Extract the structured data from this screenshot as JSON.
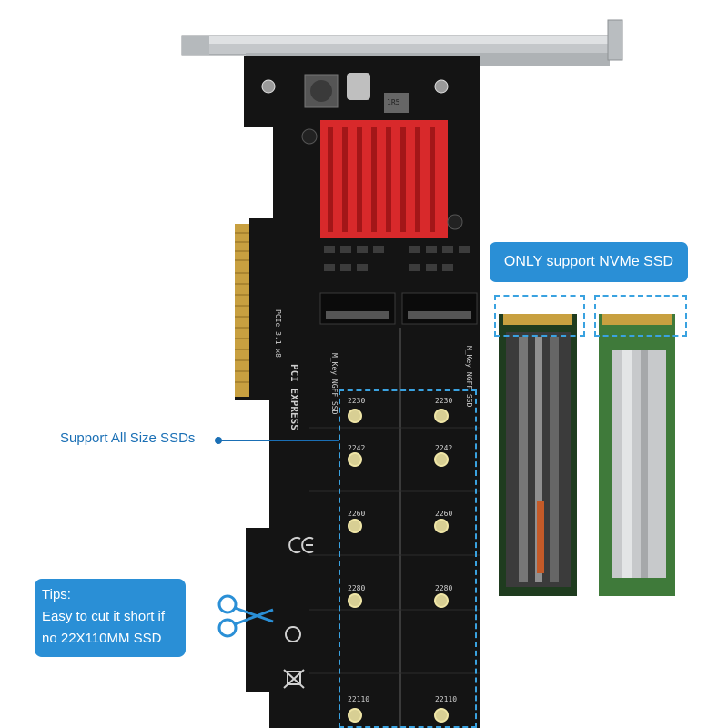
{
  "callouts": {
    "nvme_only": "ONLY support NVMe SSD",
    "all_sizes": "Support All Size SSDs",
    "tips_title": "Tips:",
    "tips_line1": "Easy to cut it short if",
    "tips_line2": "no 22X110MM SSD"
  },
  "pcb_labels": {
    "slot_left": "M_Key  NGFF SSD",
    "slot_right": "M_Key  NGFF SSD",
    "pci_express": "PCI EXPRESS",
    "pcie_version": "PCIe 3.1 x8",
    "sizes": [
      "2230",
      "2242",
      "2260",
      "2280",
      "22110"
    ],
    "heatsink_part": "1R5"
  },
  "colors": {
    "accent_blue": "#2a8fd6",
    "pcb_black": "#141414",
    "heatsink_red": "#d8292b",
    "bracket_silver": "#bfc3c6",
    "gold_contacts": "#c8a040",
    "ssd_green": "#3f7a3a"
  },
  "icons": {
    "scissors": "scissors-icon",
    "ce_mark": "ce-mark-icon",
    "fc_mark": "fc-mark-icon",
    "weee": "weee-bin-icon"
  }
}
